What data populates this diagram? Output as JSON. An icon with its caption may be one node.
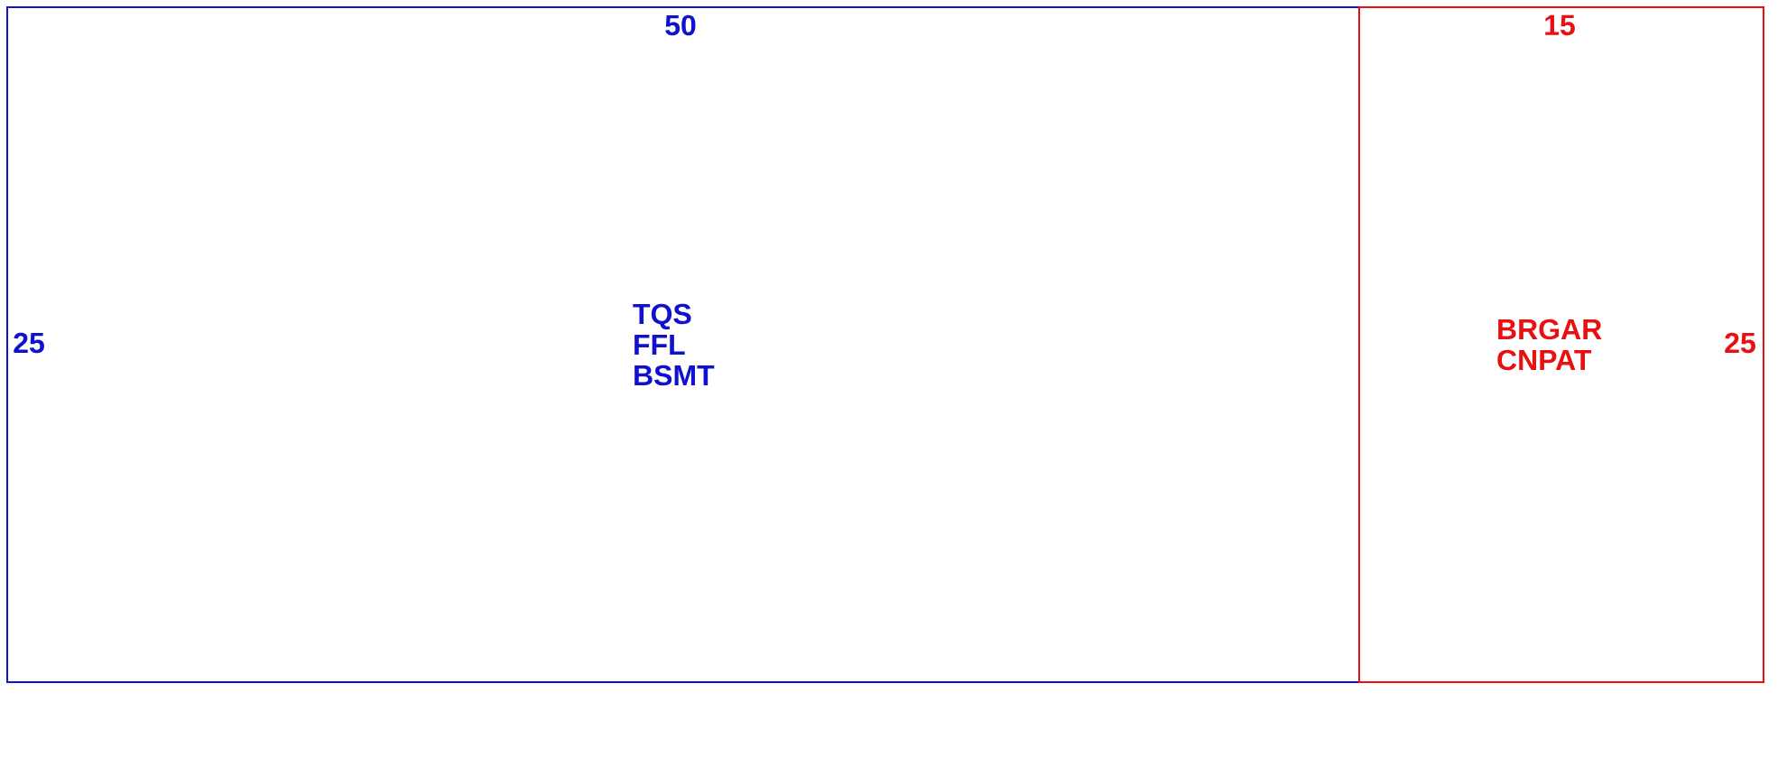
{
  "diagram": {
    "nodes": [
      {
        "text": [
          "50",
          "25",
          "TQS FFL BSMT"
        ]
      },
      {
        "text": [
          "15",
          "BRGAR CNPAT",
          "25"
        ]
      }
    ]
  }
}
